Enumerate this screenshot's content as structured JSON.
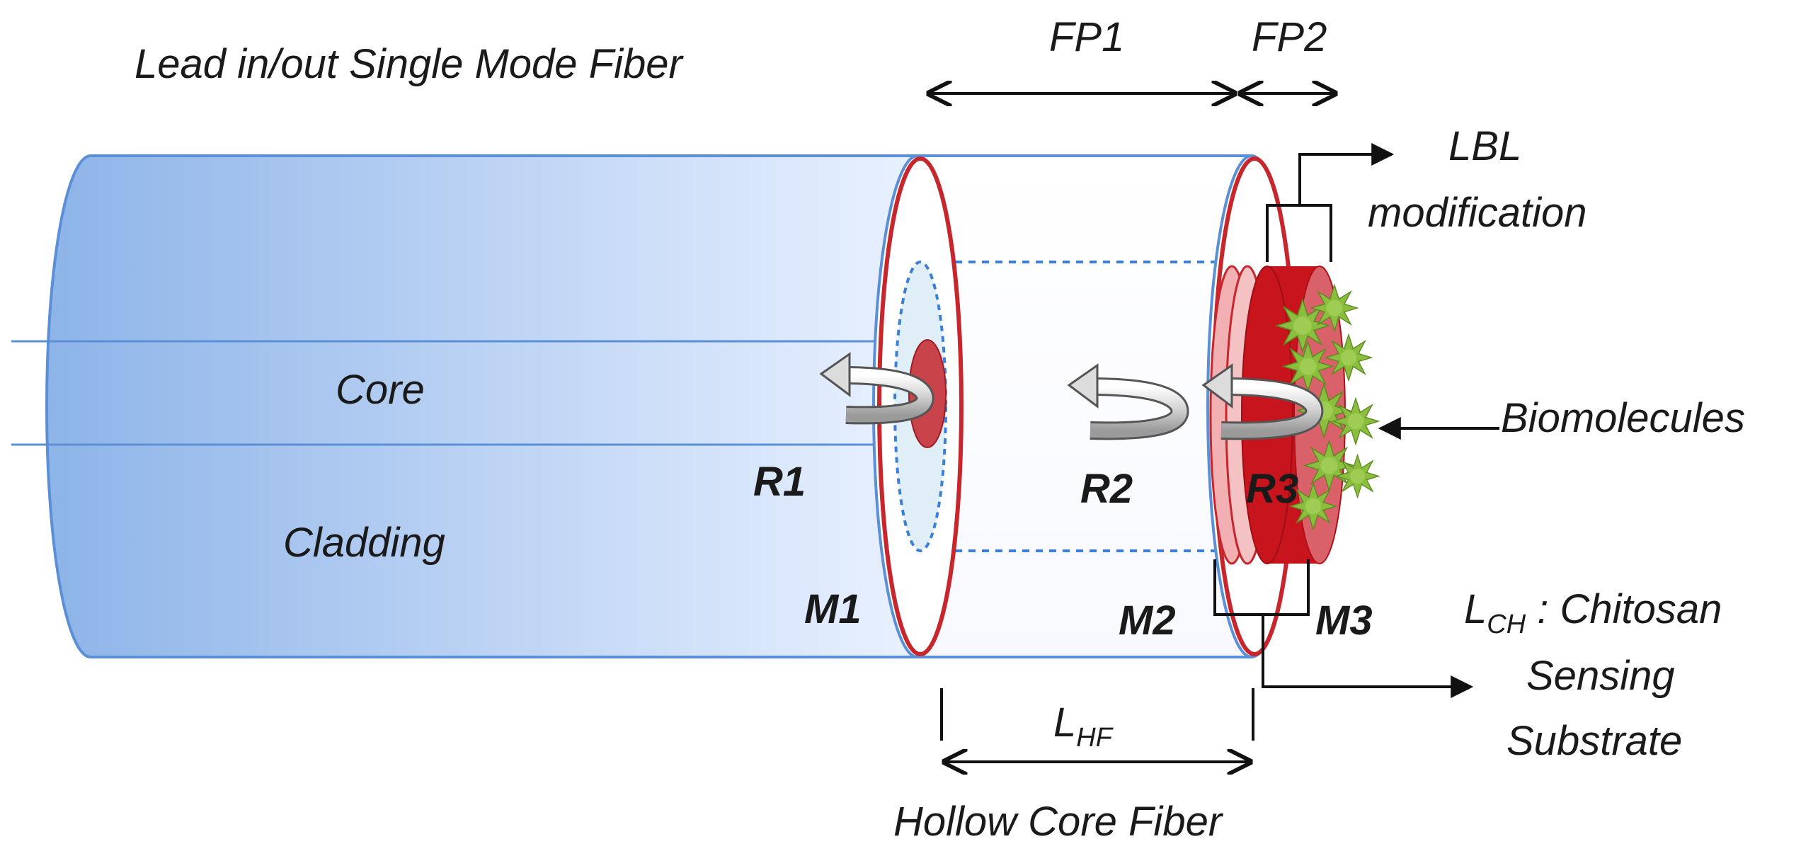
{
  "labels": {
    "smf": "Lead in/out Single Mode Fiber",
    "fp1": "FP1",
    "fp2": "FP2",
    "lbl_1": "LBL",
    "lbl_2": "modification",
    "core": "Core",
    "cladding": "Cladding",
    "biomolecules": "Biomolecules",
    "r1": "R1",
    "r2": "R2",
    "r3": "R3",
    "m1": "M1",
    "m2": "M2",
    "m3": "M3",
    "lch_main": "L",
    "lch_sub": "CH",
    "lch_rest": " : Chitosan",
    "sensing": "Sensing",
    "substrate": "Substrate",
    "lhf_main": "L",
    "lhf_sub": "HF",
    "hcf": "Hollow Core Fiber"
  },
  "colors": {
    "fiber_blue_dark": "#8db4e8",
    "fiber_blue_light": "#e6efff",
    "fiber_edge": "#5b8fd6",
    "mirror_red": "#c8262d",
    "core_spot": "#c9434a",
    "chitosan_red": "#c8141c",
    "chitosan_side": "#d9626a",
    "pink_layer": "#f3b0b3",
    "biomolecule_green": "#8bbd3f",
    "arrow_grey": "#c8c8c8"
  }
}
